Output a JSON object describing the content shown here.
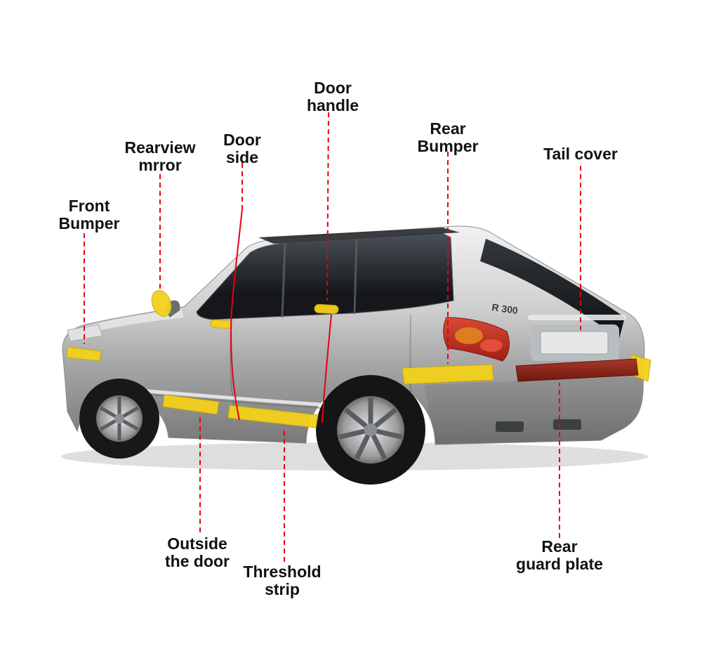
{
  "diagram": {
    "background_color": "#ffffff",
    "accent_color": "#e60012",
    "highlight_color": "#f2d11b",
    "labels": [
      {
        "id": "front-bumper",
        "lines": [
          "Front",
          "Bumper"
        ]
      },
      {
        "id": "rearview-mirror",
        "lines": [
          "Rearview",
          "mrror"
        ]
      },
      {
        "id": "door-side",
        "lines": [
          "Door",
          "side"
        ]
      },
      {
        "id": "door-handle",
        "lines": [
          "Door",
          "handle"
        ]
      },
      {
        "id": "rear-bumper",
        "lines": [
          "Rear",
          "Bumper"
        ]
      },
      {
        "id": "tail-cover",
        "lines": [
          "Tail cover"
        ]
      },
      {
        "id": "outside-the-door",
        "lines": [
          "Outside",
          "the door"
        ]
      },
      {
        "id": "threshold-strip",
        "lines": [
          "Threshold",
          "strip"
        ]
      },
      {
        "id": "rear-guard-plate",
        "lines": [
          "Rear",
          "guard plate"
        ]
      }
    ],
    "car": {
      "badge": "R 300"
    }
  }
}
